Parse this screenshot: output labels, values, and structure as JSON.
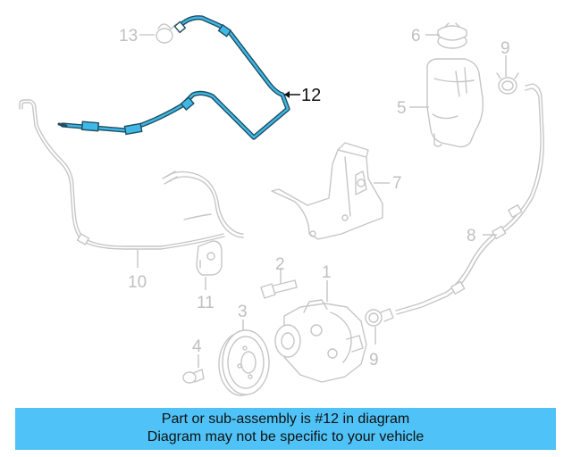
{
  "diagram": {
    "callouts": {
      "c1": "1",
      "c2": "2",
      "c3": "3",
      "c4": "4",
      "c5": "5",
      "c6": "6",
      "c7": "7",
      "c8": "8",
      "c9a": "9",
      "c9b": "9",
      "c10": "10",
      "c11": "11",
      "c12": "12",
      "c13": "13"
    },
    "highlighted_part": "12",
    "colors": {
      "highlight": "#3fb8e6",
      "highlight_outline": "#1f4e62",
      "faded_parts": "#c6c6c6",
      "banner": "#4fc3f7"
    }
  },
  "banner": {
    "line1": "Part or sub-assembly is #12 in diagram",
    "line2": "Diagram may not be specific to your vehicle"
  }
}
